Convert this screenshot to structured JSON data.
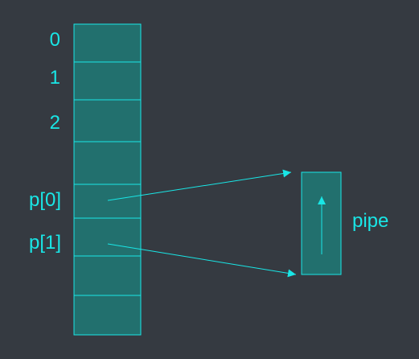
{
  "colors": {
    "background": "#353a41",
    "cell_fill": "#22706e",
    "stroke": "#19e6e6",
    "text": "#19e6e6"
  },
  "table": {
    "row_labels": [
      "0",
      "1",
      "2",
      "p[0]",
      "p[1]"
    ],
    "cell_count": 8
  },
  "pipe": {
    "label": "pipe"
  }
}
